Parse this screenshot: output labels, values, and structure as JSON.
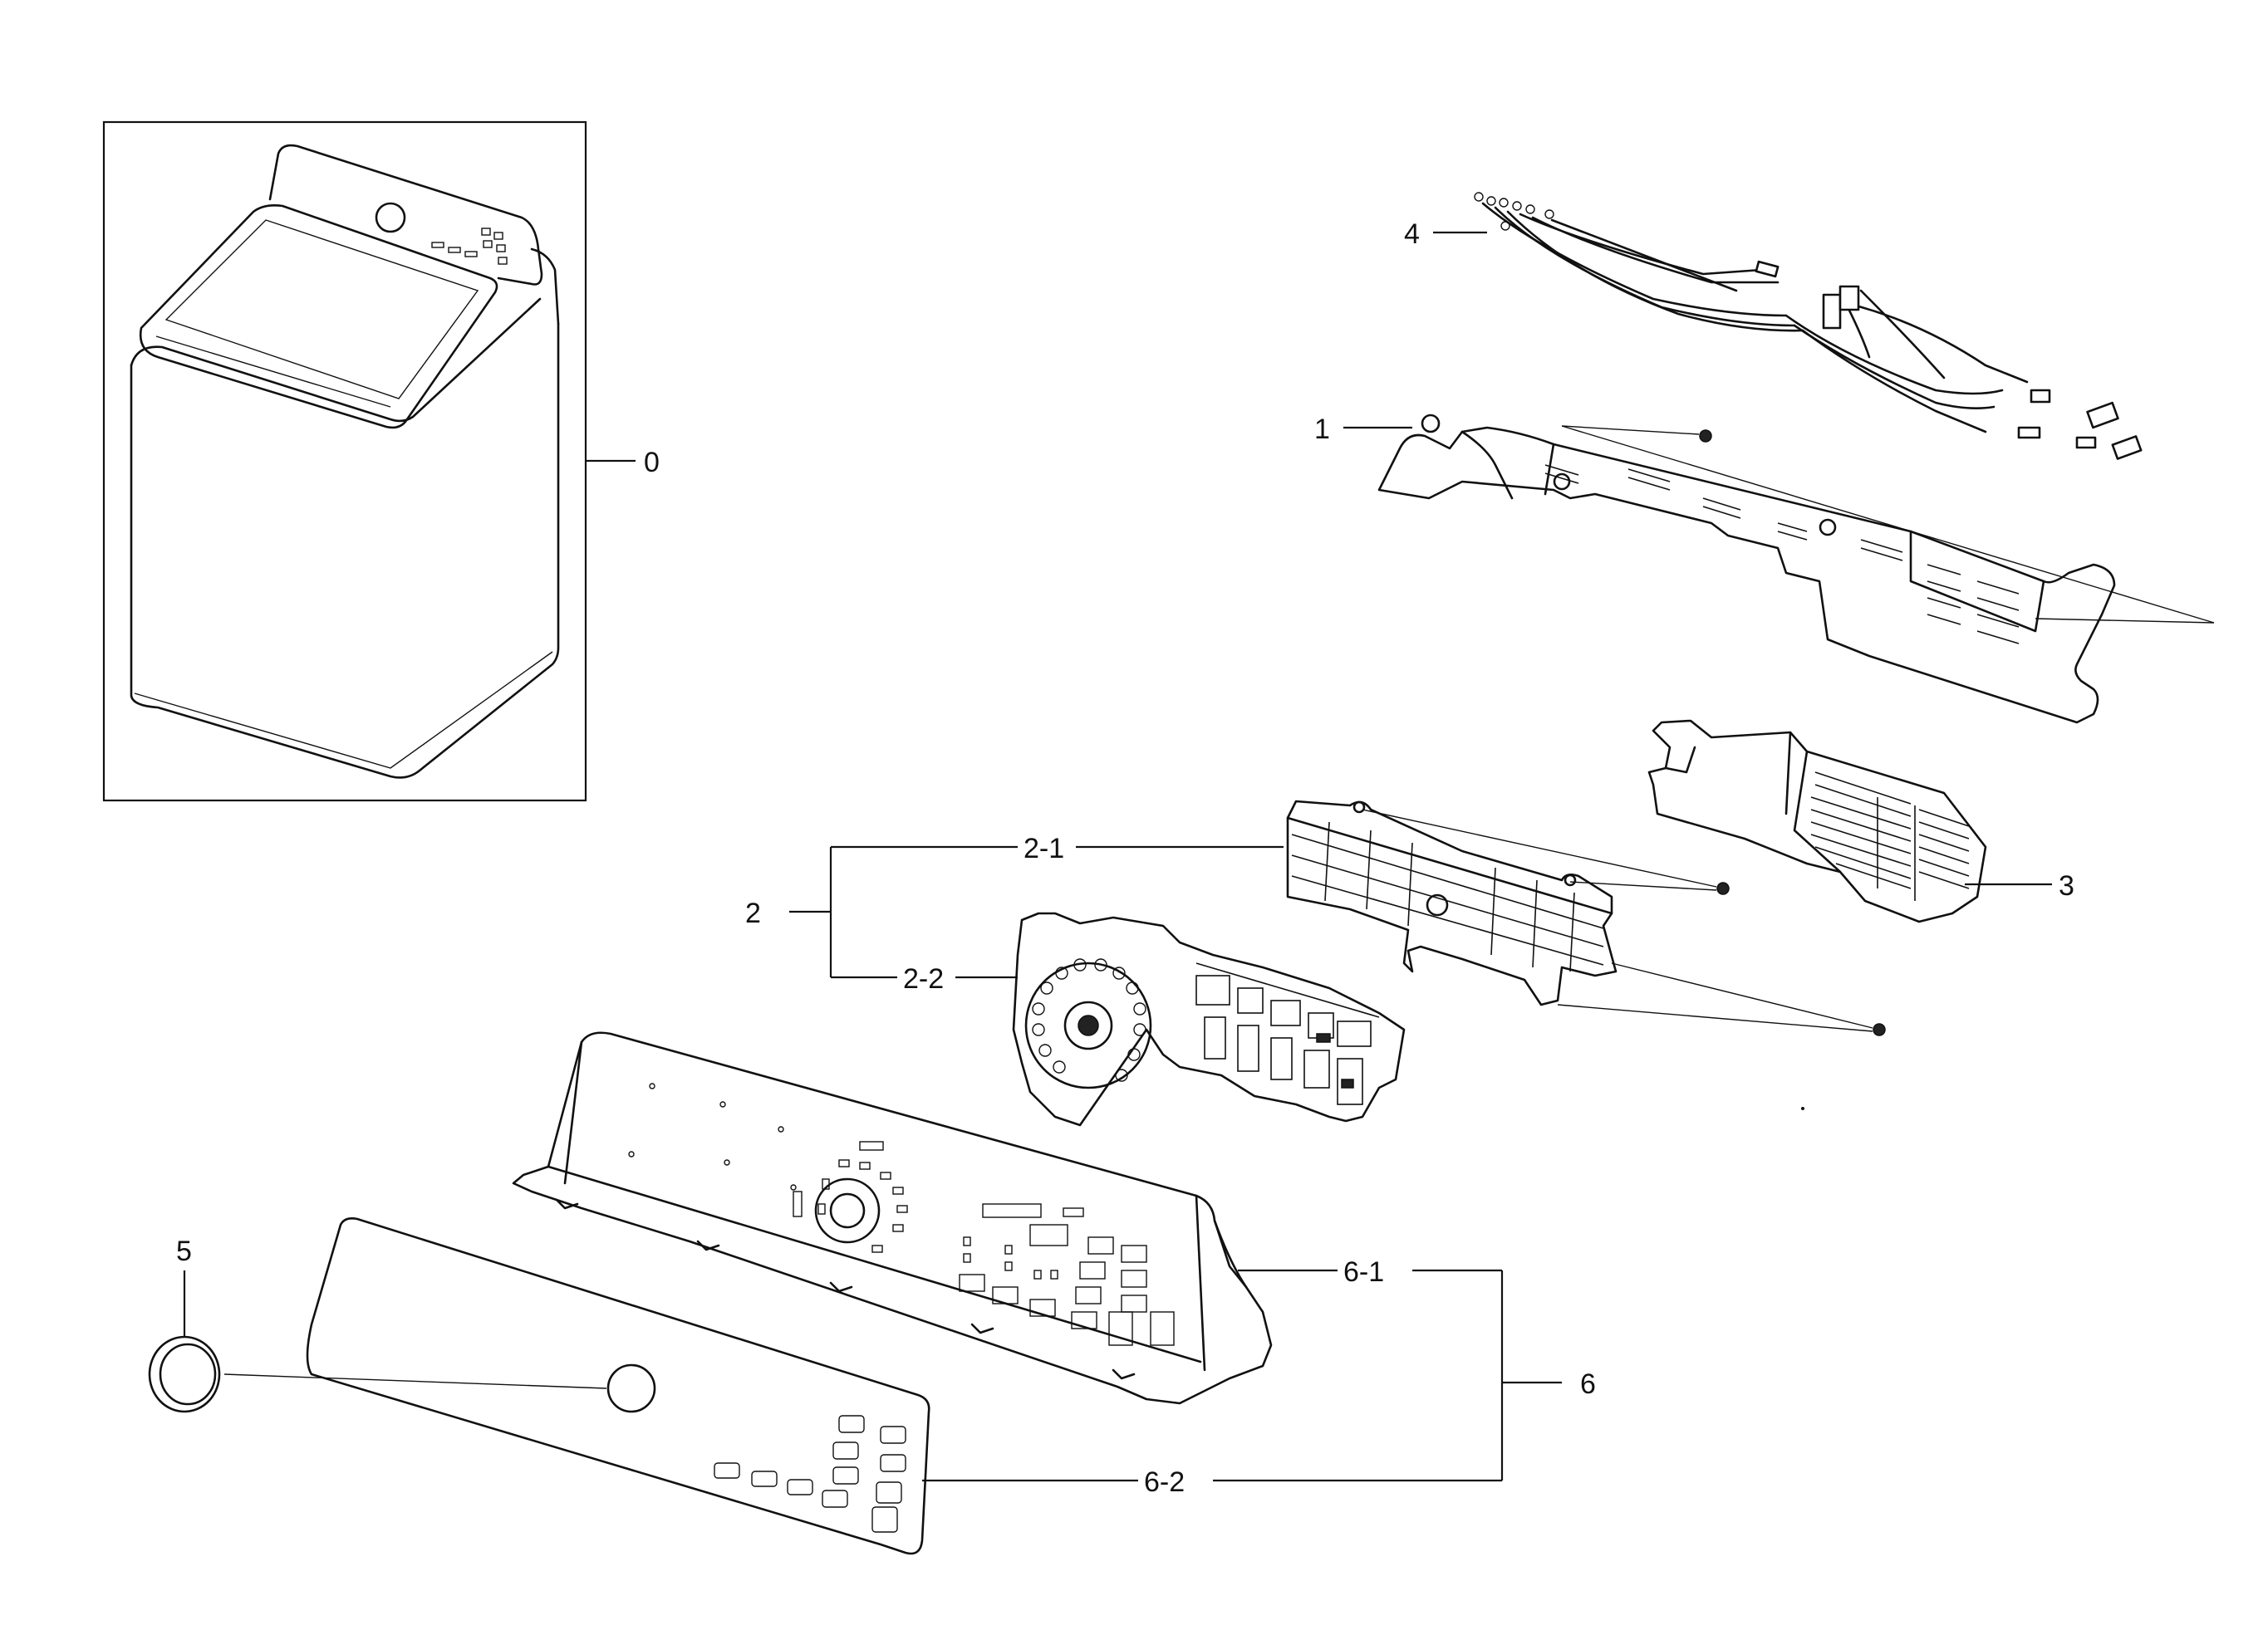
{
  "diagram": {
    "callouts": {
      "c0": "0",
      "c1": "1",
      "c2": "2",
      "c2_1": "2-1",
      "c2_2": "2-2",
      "c3": "3",
      "c4": "4",
      "c5": "5",
      "c6": "6",
      "c6_1": "6-1",
      "c6_2": "6-2"
    }
  }
}
